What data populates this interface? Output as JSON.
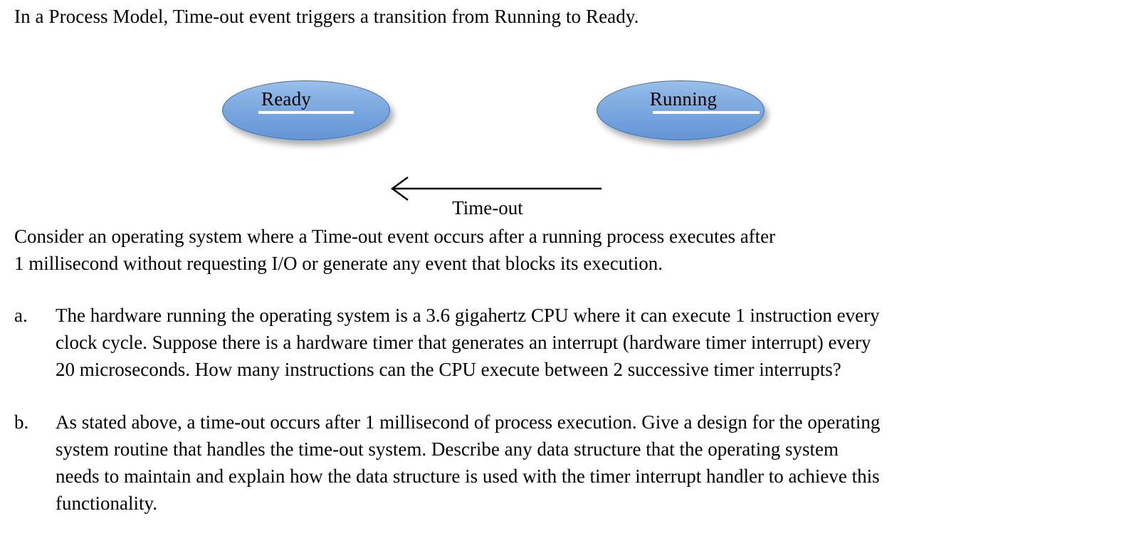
{
  "document": {
    "intro_line": "In a Process Model, Time-out event triggers a transition from Running to Ready.",
    "diagram": {
      "nodes": [
        {
          "id": "ready",
          "label": "Ready"
        },
        {
          "id": "running",
          "label": "Running"
        }
      ],
      "edge": {
        "label": "Time-out",
        "from": "running",
        "to": "ready",
        "direction": "right-to-left",
        "arrowhead": "open-v"
      },
      "colors": {
        "node_fill_top": "#9cc0ea",
        "node_fill_bottom": "#6495d6",
        "node_border": "#3e6fa8",
        "node_underline": "#ffffff",
        "edge_stroke": "#000000"
      }
    },
    "paragraph": {
      "lines": [
        "Consider an operating system where a Time-out event occurs after a running process executes after",
        "1 millisecond without requesting I/O or generate any event that blocks its execution."
      ]
    },
    "questions": [
      {
        "marker": "a.",
        "lines": [
          "The hardware running the operating system is a 3.6 gigahertz CPU where it can execute 1 instruction every",
          "clock cycle.  Suppose there is a hardware timer that generates an interrupt (hardware timer interrupt) every",
          "20 microseconds.  How many instructions can the CPU execute between 2 successive timer interrupts?"
        ]
      },
      {
        "marker": "b.",
        "lines": [
          "As stated above, a time-out occurs after 1 millisecond of process execution.  Give a design for the operating",
          "system routine that handles the time-out system.  Describe any data structure that the operating system",
          "needs to maintain and explain how the data structure is used with the timer interrupt handler to achieve this",
          "functionality."
        ]
      }
    ]
  }
}
